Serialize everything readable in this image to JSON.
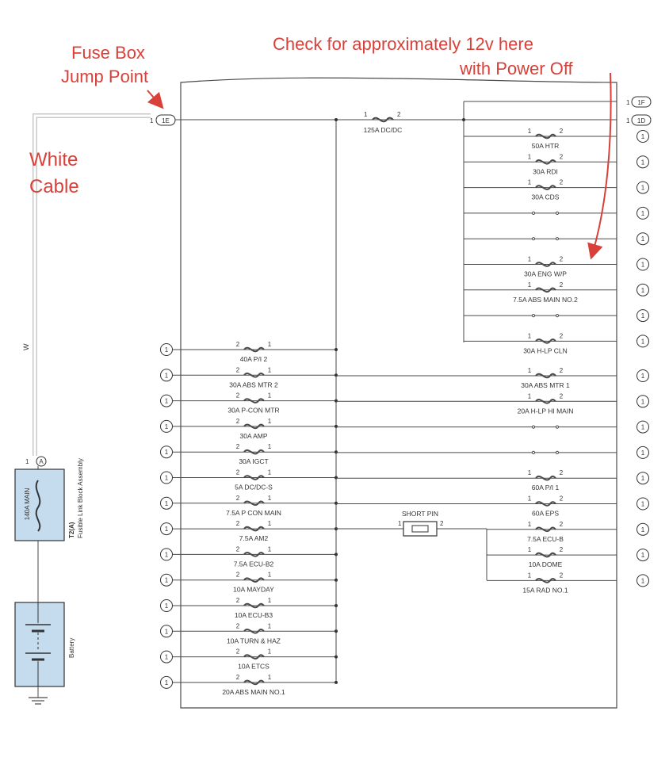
{
  "annotations": {
    "fuse_box_line1": "Fuse Box",
    "fuse_box_line2": "Jump Point",
    "check_line1": "Check for approximately 12v  here",
    "check_line2": "with Power Off",
    "white_line1": "White",
    "white_line2": "Cable"
  },
  "colors": {
    "annotation": "#d9403a",
    "wire": "#4a4a4a",
    "component_fill": "#c5dcef",
    "white_wire": "#c9c9c9"
  },
  "wire_label": "W",
  "main_connector": "1E",
  "main_connector_pin": "1",
  "main_fuse": {
    "label": "125A DC/DC",
    "pin_left": "1",
    "pin_right": "2"
  },
  "right_top_connectors": [
    {
      "pin": "1",
      "label": "1F"
    },
    {
      "pin": "1",
      "label": "1D"
    }
  ],
  "terminal_label": "1",
  "right_upper_fuses": [
    "50A HTR",
    "30A RDI",
    "30A CDS",
    "",
    "",
    "30A ENG W/P",
    "7.5A ABS MAIN NO.2",
    "",
    "30A H-LP CLN"
  ],
  "left_fuses": [
    "40A P/I 2",
    "30A ABS MTR 2",
    "30A P-CON MTR",
    "30A AMP",
    "30A IGCT",
    "5A DC/DC-S",
    "7.5A P CON MAIN",
    "7.5A AM2",
    "7.5A ECU-B2",
    "10A MAYDAY",
    "10A ECU-B3",
    "10A TURN & HAZ",
    "10A ETCS",
    "20A ABS MAIN NO.1"
  ],
  "left_fuse_pins": {
    "first_left": "2",
    "first_right": "1"
  },
  "fuse_pins": {
    "left": "1",
    "right": "2"
  },
  "right_lower_fuses": [
    "30A ABS MTR 1",
    "20A H-LP HI MAIN",
    "",
    "",
    "60A P/I 1",
    "60A EPS",
    "7.5A ECU-B",
    "10A DOME",
    "15A RAD NO.1"
  ],
  "short_pin": {
    "label": "SHORT PIN",
    "pin_left": "1",
    "pin_right": "2"
  },
  "fusible_link": {
    "main_label": "140A MAIN",
    "connector": "A",
    "connector_pin": "1",
    "code": "T2(A)",
    "name": "Fusible Link Block Assembly"
  },
  "battery": {
    "name": "Battery"
  }
}
